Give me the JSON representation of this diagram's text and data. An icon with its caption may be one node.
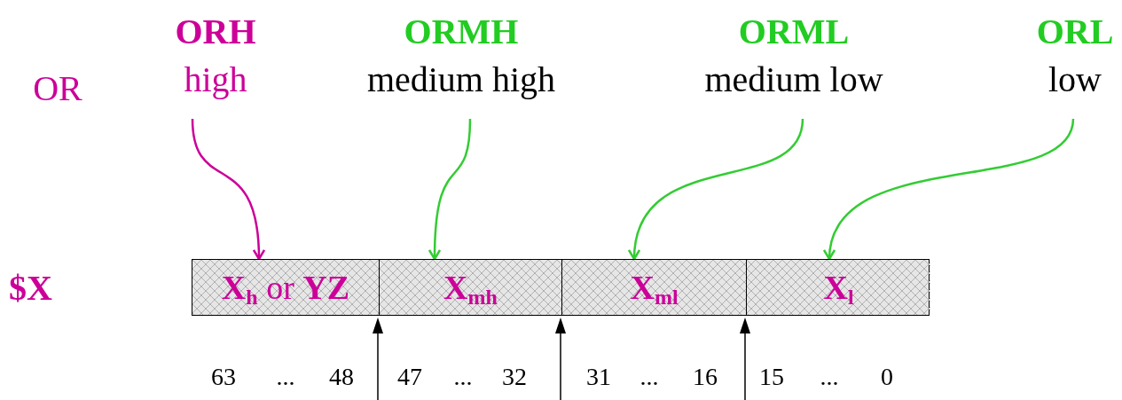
{
  "diagram": {
    "nodes": [
      {
        "text": [
          "ORH",
          "high"
        ]
      },
      {
        "text": [
          "ORMH",
          "medium high"
        ]
      },
      {
        "text": [
          "ORML",
          "medium low"
        ]
      },
      {
        "text": [
          "ORL",
          "low"
        ]
      },
      {
        "text": [],
        "shape": "bar",
        "beside": [
          "$X"
        ]
      },
      {
        "text": [
          "**X**$_{h}$ or **YZ**"
        ],
        "in": 4
      },
      {
        "text": [
          "X$_{mh}$"
        ],
        "in": 4
      },
      {
        "text": [
          "X$_{ml}$"
        ],
        "in": 4
      },
      {
        "text": [
          "X$_{l}$"
        ],
        "in": 4
      }
    ],
    "edges": [
      {
        "from": 0,
        "to": 5,
        "arrow": "to",
        "color": "#cc0099"
      },
      {
        "from": 1,
        "to": 6,
        "arrow": "to"
      },
      {
        "from": 2,
        "to": 7,
        "arrow": "to"
      },
      {
        "from": 3,
        "to": 8,
        "arrow": "to"
      }
    ],
    "labels": [
      "OR",
      "63",
      "...",
      "48",
      "47",
      "...",
      "32",
      "31",
      "...",
      "16",
      "15",
      "...",
      "0"
    ]
  }
}
